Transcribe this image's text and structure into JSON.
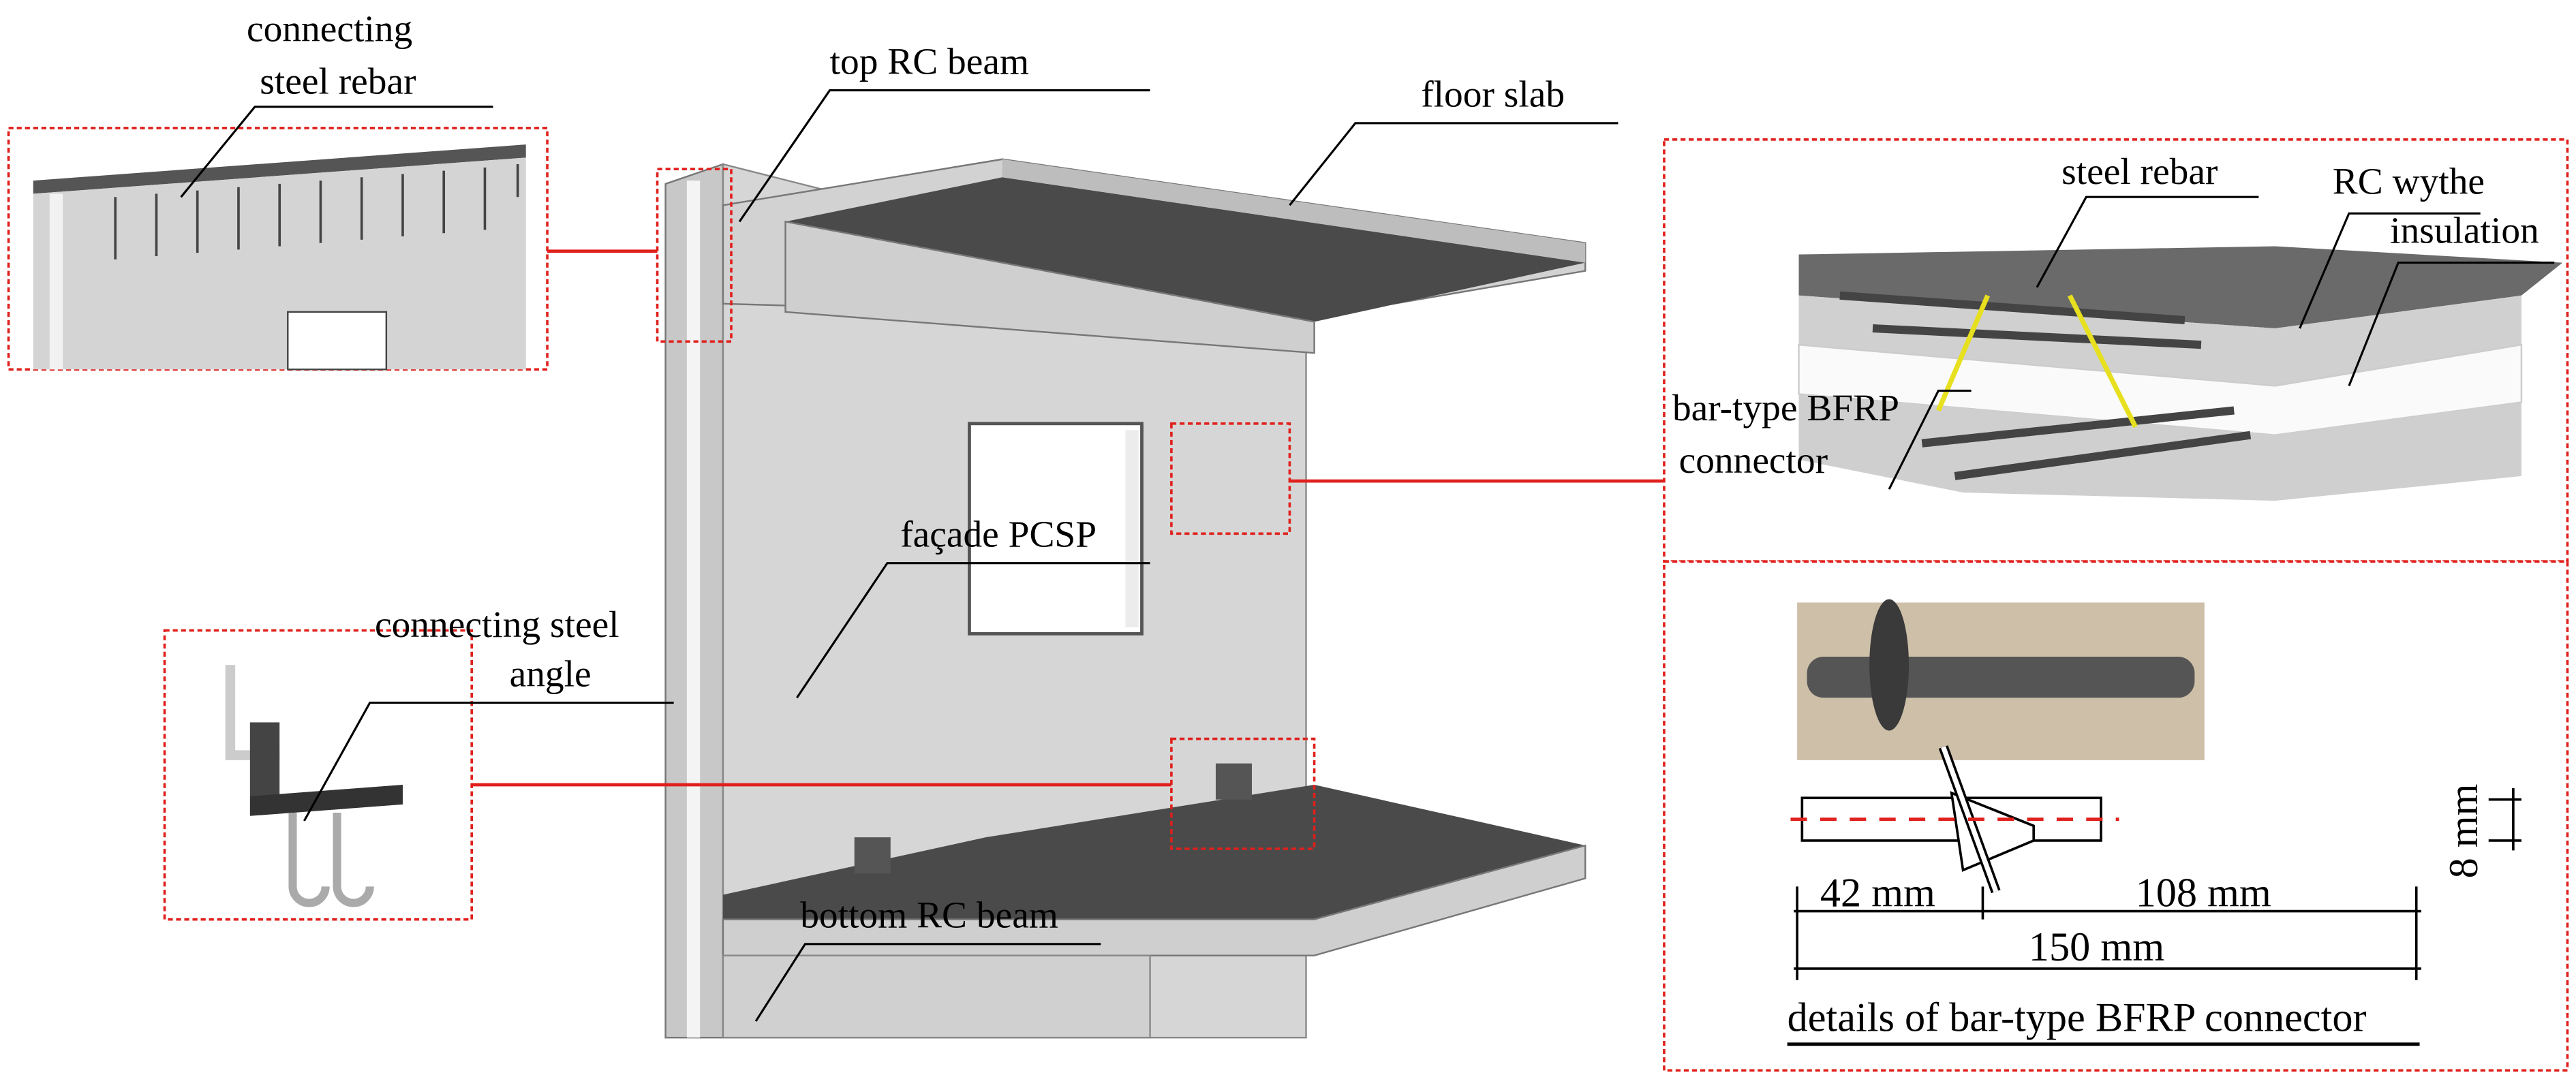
{
  "labels": {
    "connecting_steel_rebar_1": "connecting",
    "connecting_steel_rebar_2": "steel rebar",
    "top_rc_beam": "top RC beam",
    "floor_slab": "floor slab",
    "facade_pcsp": "façade PCSP",
    "connecting_steel_angle_1": "connecting steel",
    "connecting_steel_angle_2": "angle",
    "bottom_rc_beam": "bottom RC beam",
    "steel_rebar": "steel rebar",
    "rc_wythe": "RC wythe",
    "insulation": "insulation",
    "bfrp_connector_1": "bar-type BFRP",
    "bfrp_connector_2": "connector"
  },
  "connector_details": {
    "dim_left": "42 mm",
    "dim_right": "108 mm",
    "dim_total": "150 mm",
    "dim_diameter": "8 mm",
    "caption": "details of bar-type BFRP connector"
  },
  "colors": {
    "callout_red": "#e0201c",
    "concrete": "#d6d6d6",
    "slab_dark": "#4a4a4a",
    "bfrp_yellow": "#e6e01e"
  }
}
